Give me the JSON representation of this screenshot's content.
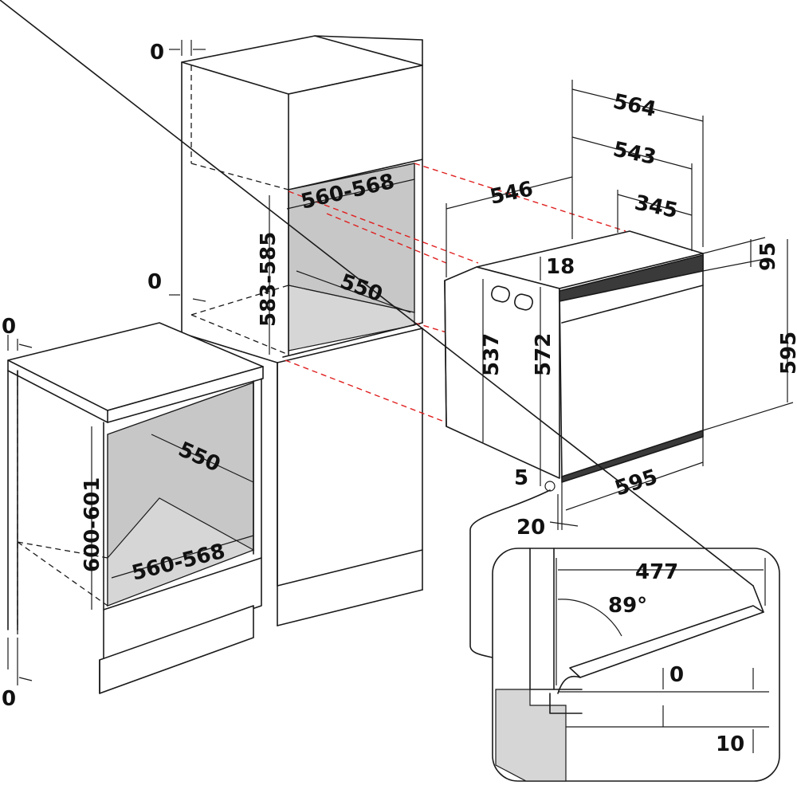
{
  "colors": {
    "line": "#1a1a1a",
    "cavity_gray": "#c7c7c7",
    "guide_red": "#e02020",
    "background": "#ffffff"
  },
  "labels": {
    "top_gap_tall": "0",
    "mid_gap_tall": "0",
    "top_gap_low": "0",
    "bottom_gap_low": "0",
    "tall_niche_width": "560-568",
    "tall_niche_height": "583-585",
    "tall_niche_depth": "550",
    "low_niche_depth": "550",
    "low_niche_height": "600-601",
    "low_niche_width": "560-568",
    "oven_depth_total": "564",
    "oven_depth_body": "543",
    "oven_depth_546": "546",
    "oven_depth_345": "345",
    "oven_top_offset": "18",
    "oven_front_top": "95",
    "oven_height": "595",
    "oven_body_height": "537",
    "oven_front_height": "572",
    "oven_width": "595",
    "oven_bottom_gap": "5",
    "oven_front_offset": "20",
    "door_depth": "477",
    "door_angle": "89°",
    "door_clearance": "0",
    "door_bottom": "10"
  }
}
